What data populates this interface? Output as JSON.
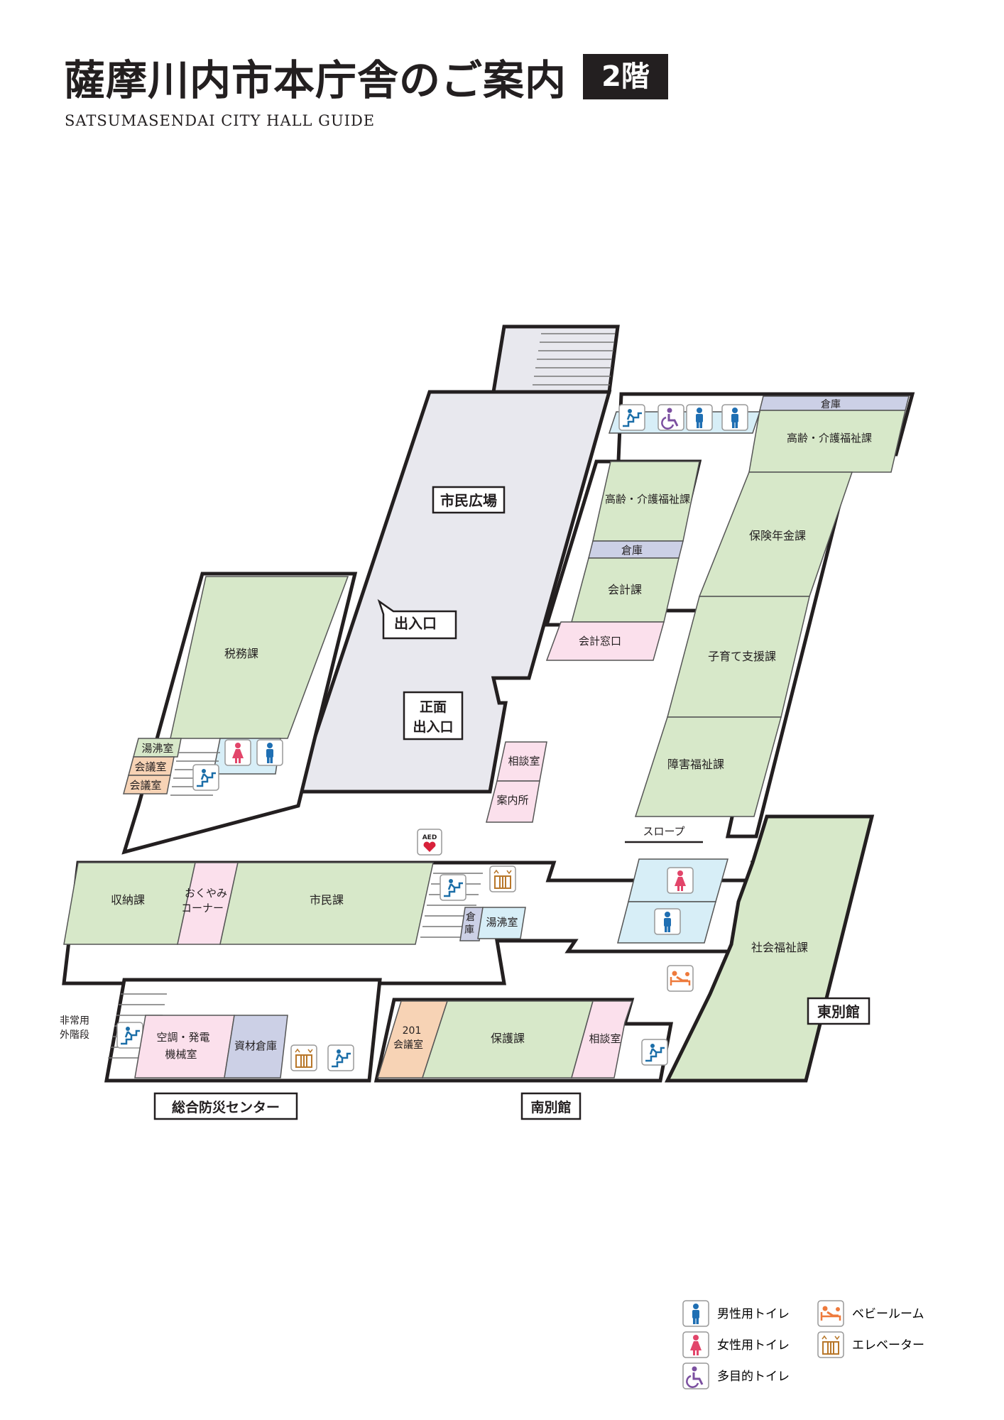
{
  "header": {
    "title": "薩摩川内市本庁舎のご案内",
    "floor": "2階",
    "subtitle": "SATSUMASENDAI  CITY HALL GUIDE"
  },
  "colors": {
    "office": "#d7e8c9",
    "storage": "#ccd0e6",
    "meeting": "#f7d3b5",
    "consult": "#fbe0ec",
    "plaza": "#e8e8ee",
    "restroom": "#d7eef7",
    "outline": "#231f20"
  },
  "rooms": {
    "plaza": "市民広場",
    "entrance": "出入口",
    "main_entrance_1": "正面",
    "main_entrance_2": "出入口",
    "consult_room": "相談室",
    "information": "案内所",
    "tax": "税務課",
    "kitchenette": "湯沸室",
    "meeting_a": "会議室",
    "meeting_b": "会議室",
    "storage": "倉庫",
    "elderly_care_top": "高齢・介護福祉課",
    "elderly_care": "高齢・介護福祉課",
    "storage_mid": "倉庫",
    "accounting": "会計課",
    "accounting_counter": "会計窓口",
    "insurance": "保険年金課",
    "childcare": "子育て支援課",
    "disability": "障害福祉課",
    "slope": "スロープ",
    "collection": "収納課",
    "condolence_1": "おくやみ",
    "condolence_2": "コーナー",
    "citizens": "市民課",
    "storage_small_1": "倉",
    "storage_small_2": "庫",
    "kitchenette_2": "湯沸室",
    "social_welfare": "社会福祉課",
    "hvac_1": "空調・発電",
    "hvac_2": "機械室",
    "materials": "資材倉庫",
    "meeting_201_1": "201",
    "meeting_201_2": "会議室",
    "protection": "保護課",
    "consult_south": "相談室",
    "emergency_stairs_1": "非常用",
    "emergency_stairs_2": "外階段",
    "aed": "AED"
  },
  "buildings": {
    "disaster_center": "総合防災センター",
    "south_annex": "南別館",
    "east_annex": "東別館"
  },
  "legend": {
    "male": "男性用トイレ",
    "female": "女性用トイレ",
    "multipurpose": "多目的トイレ",
    "baby": "ベビールーム",
    "elevator": "エレベーター"
  },
  "icons": [
    "male-toilet-icon",
    "female-toilet-icon",
    "multipurpose-toilet-icon",
    "baby-room-icon",
    "elevator-icon",
    "stairs-icon",
    "aed-icon"
  ]
}
